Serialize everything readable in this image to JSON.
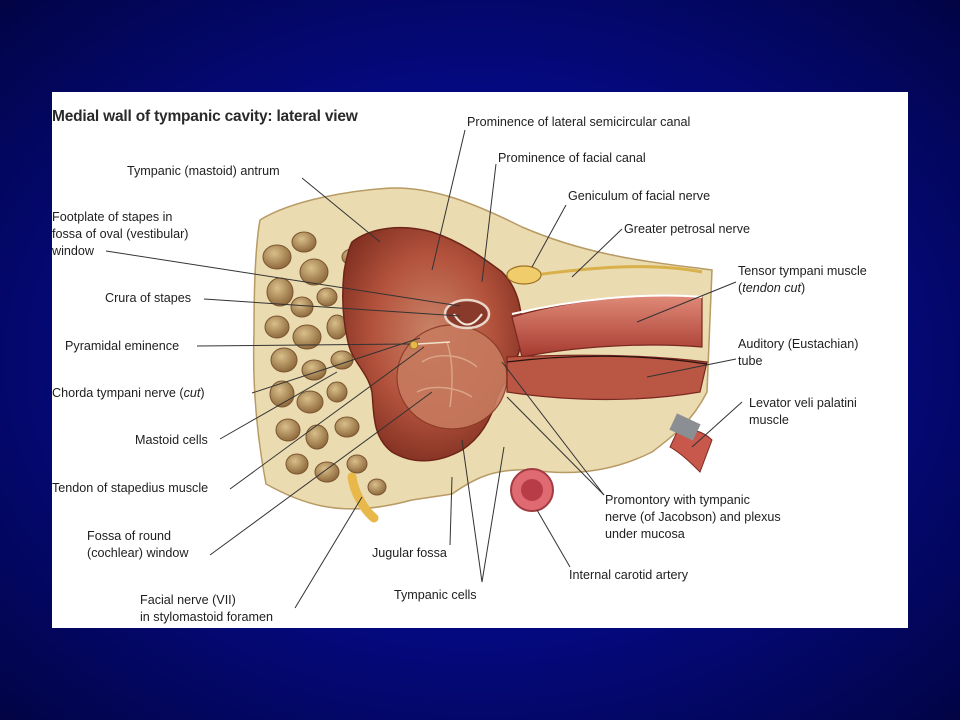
{
  "diagram": {
    "title": "Medial wall of tympanic cavity: lateral view",
    "labels": {
      "lateral_canal": "Prominence of lateral semicircular canal",
      "facial_canal": "Prominence of facial canal",
      "antrum": "Tympanic (mastoid) antrum",
      "geniculum": "Geniculum of facial nerve",
      "footplate_1": "Footplate of stapes in",
      "footplate_2": "fossa of oval (vestibular)",
      "footplate_3": "window",
      "petrosal": "Greater petrosal nerve",
      "tensor_1": "Tensor tympani muscle",
      "tensor_2a": "(",
      "tensor_2b": "tendon cut",
      "tensor_2c": ")",
      "crura": "Crura of stapes",
      "auditory_1": "Auditory (Eustachian)",
      "auditory_2": "tube",
      "pyramidal": "Pyramidal eminence",
      "levator_1": "Levator veli palatini",
      "levator_2": "muscle",
      "chorda_a": "Chorda tympani nerve (",
      "chorda_b": "cut",
      "chorda_c": ")",
      "mastoid": "Mastoid cells",
      "stapedius": "Tendon of stapedius muscle",
      "promontory_1": "Promontory with tympanic",
      "promontory_2": "nerve (of Jacobson) and plexus",
      "promontory_3": "under mucosa",
      "round_1": "Fossa of round",
      "round_2": "(cochlear) window",
      "jugular": "Jugular fossa",
      "carotid": "Internal carotid artery",
      "facial_nerve_1": "Facial nerve (VII)",
      "facial_nerve_2": "in stylomastoid foramen",
      "tympanic_cells": "Tympanic cells"
    }
  },
  "colors": {
    "background": "#0612a8",
    "panel": "#ffffff",
    "bone": "#eadbb0",
    "mucosa": "#b4533d",
    "muscle": "#c8574c",
    "nerve": "#f0cc6a",
    "artery": "#e06a72"
  }
}
